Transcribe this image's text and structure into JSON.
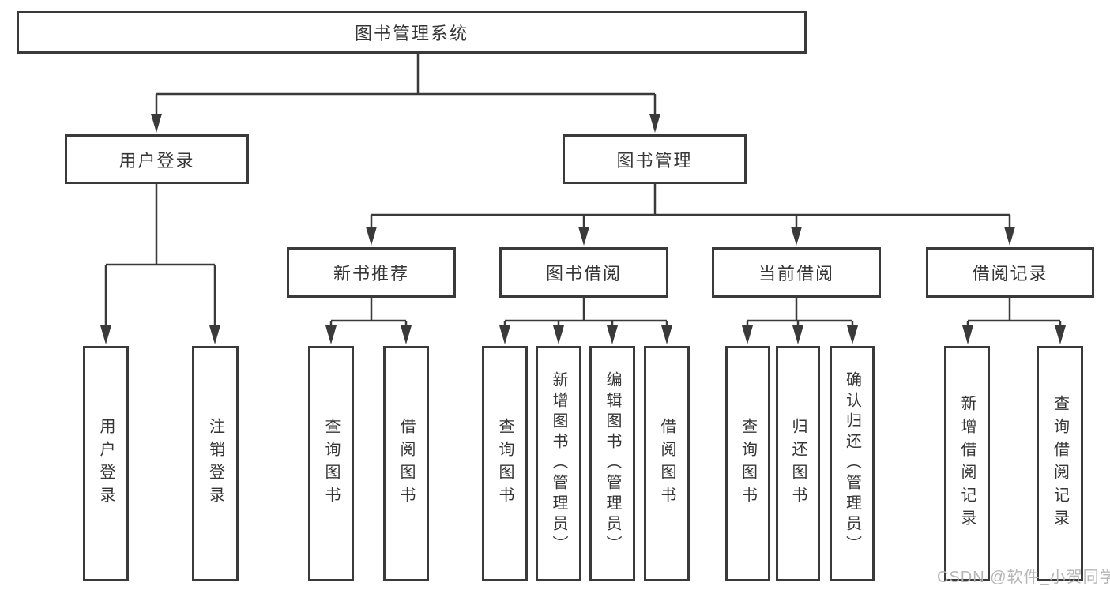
{
  "diagram": {
    "type": "tree",
    "root": {
      "label": "图书管理系统"
    },
    "children": [
      {
        "label": "用户登录",
        "children": [
          {
            "label": "用户登录"
          },
          {
            "label": "注销登录"
          }
        ]
      },
      {
        "label": "图书管理",
        "children": [
          {
            "label": "新书推荐",
            "children": [
              {
                "label": "查询图书"
              },
              {
                "label": "借阅图书"
              }
            ]
          },
          {
            "label": "图书借阅",
            "children": [
              {
                "label": "查询图书"
              },
              {
                "label": "新增图书（管理员）"
              },
              {
                "label": "编辑图书（管理员）"
              },
              {
                "label": "借阅图书"
              }
            ]
          },
          {
            "label": "当前借阅",
            "children": [
              {
                "label": "查询图书"
              },
              {
                "label": "归还图书"
              },
              {
                "label": "确认归还（管理员）"
              }
            ]
          },
          {
            "label": "借阅记录",
            "children": [
              {
                "label": "新增借阅记录"
              },
              {
                "label": "查询借阅记录"
              }
            ]
          }
        ]
      }
    ]
  },
  "watermark": {
    "text": "CSDN @软件_小贺同学"
  },
  "colors": {
    "line": "#3a3a3a",
    "box_border": "#3a3a3a",
    "text": "#363636",
    "watermark": "#b2b2b2",
    "background": "#ffffff"
  }
}
